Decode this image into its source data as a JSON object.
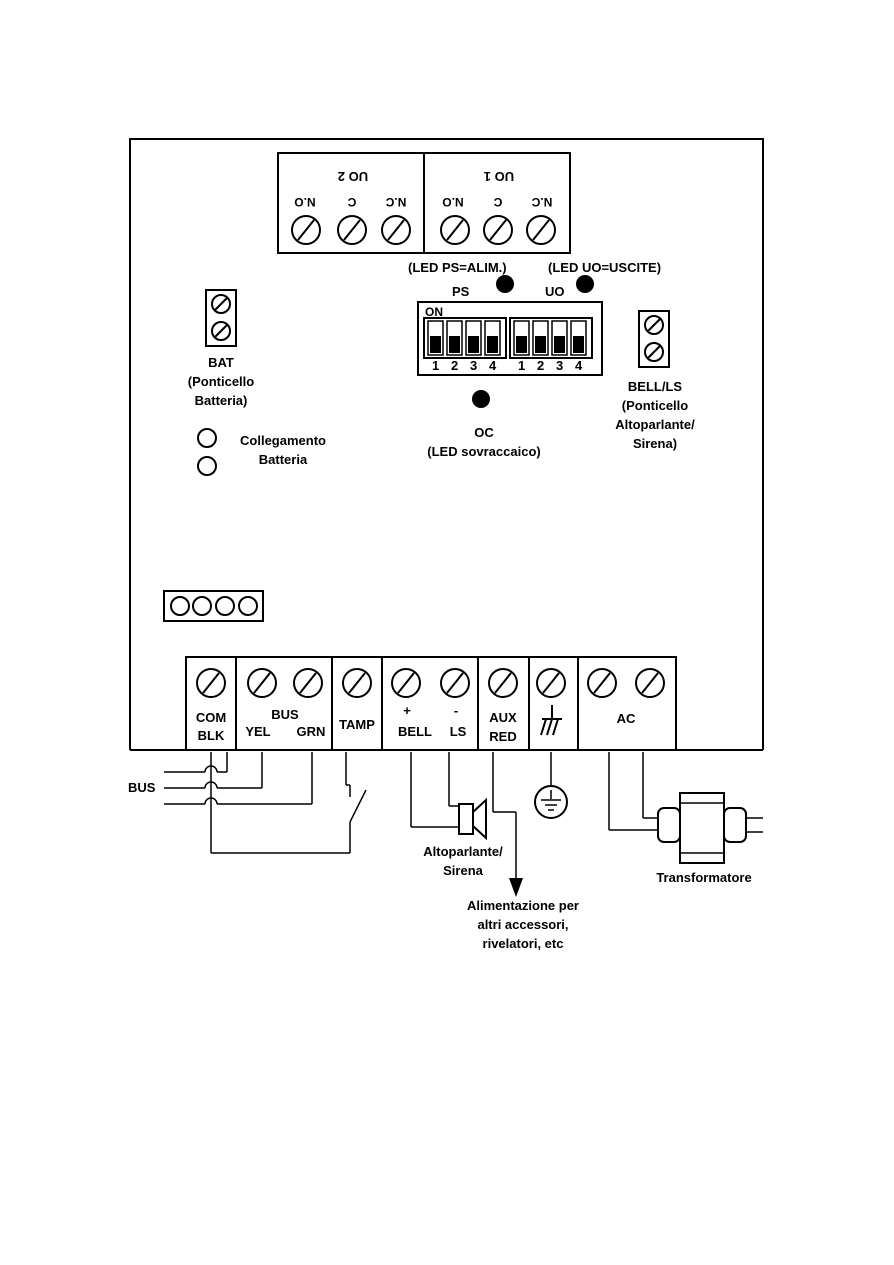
{
  "uo_block": {
    "uo2_title": "UO 2",
    "uo1_title": "UO 1",
    "uo2_terminals": [
      "N.C",
      "C",
      "N.O"
    ],
    "uo1_terminals": [
      "N.C",
      "C",
      "N.O"
    ]
  },
  "leds": {
    "ps_caption": "(LED PS=ALIM.)",
    "uo_caption": "(LED UO=USCITE)",
    "oc_title": "OC",
    "oc_caption": "(LED sovraccaico)"
  },
  "dip": {
    "ps_label": "PS",
    "uo_label": "UO",
    "on_label": "ON",
    "ps_numbers": [
      "1",
      "2",
      "3",
      "4"
    ],
    "uo_numbers": [
      "1",
      "2",
      "3",
      "4"
    ]
  },
  "bat_jumper": {
    "line1": "BAT",
    "line2": "(Ponticello",
    "line3": "Batteria)"
  },
  "battery_connection": {
    "line1": "Collegamento",
    "line2": "Batteria"
  },
  "bell_jumper": {
    "line1": "BELL/LS",
    "line2": "(Ponticello",
    "line3": "Altoparlante/",
    "line4": "Sirena)"
  },
  "terminals": {
    "com": "COM",
    "blk": "BLK",
    "bus": "BUS",
    "yel": "YEL",
    "grn": "GRN",
    "tamp": "TAMP",
    "plus": "+",
    "minus": "-",
    "bell": "BELL",
    "ls": "LS",
    "aux": "AUX",
    "red": "RED",
    "ac": "AC"
  },
  "wiring": {
    "bus_label": "BUS",
    "speaker_line1": "Altoparlante/",
    "speaker_line2": "Sirena",
    "aux_line1": "Alimentazione per",
    "aux_line2": "altri accessori,",
    "aux_line3": "rivelatori, etc",
    "transformer": "Transformatore"
  }
}
